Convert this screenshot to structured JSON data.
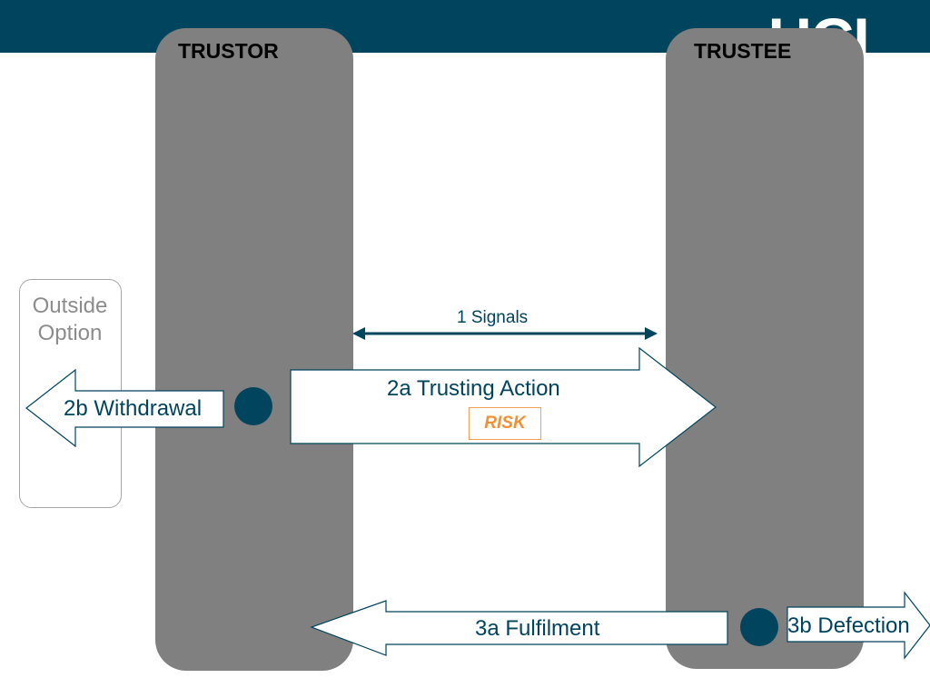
{
  "header": {
    "logo_text": "UCL",
    "bar_color": "#00445e"
  },
  "lanes": [
    {
      "title": "TRUSTOR"
    },
    {
      "title": "TRUSTEE"
    }
  ],
  "outside_option": {
    "line1": "Outside",
    "line2": "Option"
  },
  "arrows": {
    "signals": "1 Signals",
    "trusting_action": "2a Trusting Action",
    "risk": "RISK",
    "withdrawal": "2b Withdrawal",
    "fulfilment": "3a Fulfilment",
    "defection": "3b Defection"
  },
  "colors": {
    "accent": "#00445e",
    "lane": "#808080",
    "risk": "#f39033"
  }
}
